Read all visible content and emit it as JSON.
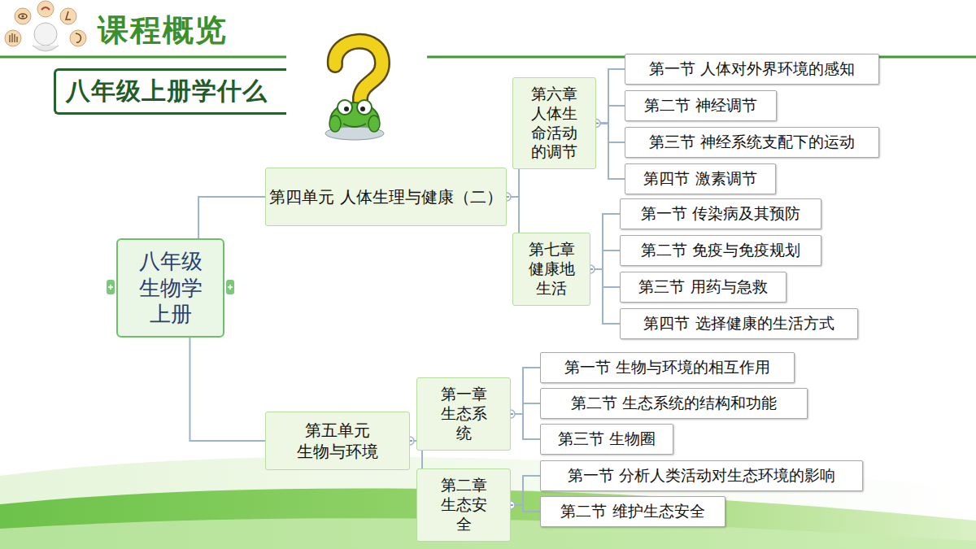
{
  "diagram": {
    "title": "课程概览",
    "nodes": [
      {
        "text": [
          "八年级上册学什么"
        ]
      },
      {
        "text": [
          "八年级生物学上册"
        ]
      },
      {
        "text": [
          "第四单元 人体生理与健康（二）"
        ]
      },
      {
        "text": [
          "第六章 人体生命活动的调节"
        ]
      },
      {
        "text": [
          "第一节 人体对外界环境的感知"
        ]
      },
      {
        "text": [
          "第二节 神经调节"
        ]
      },
      {
        "text": [
          "第三节 神经系统支配下的运动"
        ]
      },
      {
        "text": [
          "第四节 激素调节"
        ]
      },
      {
        "text": [
          "第七章 健康地生活"
        ]
      },
      {
        "text": [
          "第一节 传染病及其预防"
        ]
      },
      {
        "text": [
          "第二节 免疫与免疫规划"
        ]
      },
      {
        "text": [
          "第三节 用药与急救"
        ]
      },
      {
        "text": [
          "第四节 选择健康的生活方式"
        ]
      },
      {
        "text": [
          "第五单元 生物与环境"
        ]
      },
      {
        "text": [
          "第一章 生态系统"
        ]
      },
      {
        "text": [
          "第一节 生物与环境的相互作用"
        ]
      },
      {
        "text": [
          "第二节 生态系统的结构和功能"
        ]
      },
      {
        "text": [
          "第三节 生物圈"
        ]
      },
      {
        "text": [
          "第二章 生态安全"
        ]
      },
      {
        "text": [
          "第一节 分析人类活动对生态环境的影响"
        ]
      },
      {
        "text": [
          "第二节 维护生态安全"
        ]
      }
    ],
    "edges": [
      {
        "from": 1,
        "to": 2,
        "arrow": "none"
      },
      {
        "from": 1,
        "to": 13,
        "arrow": "none"
      },
      {
        "from": 2,
        "to": 3,
        "arrow": "none"
      },
      {
        "from": 2,
        "to": 8,
        "arrow": "none"
      },
      {
        "from": 3,
        "to": 4,
        "arrow": "none"
      },
      {
        "from": 3,
        "to": 5,
        "arrow": "none"
      },
      {
        "from": 3,
        "to": 6,
        "arrow": "none"
      },
      {
        "from": 3,
        "to": 7,
        "arrow": "none"
      },
      {
        "from": 8,
        "to": 9,
        "arrow": "none"
      },
      {
        "from": 8,
        "to": 10,
        "arrow": "none"
      },
      {
        "from": 8,
        "to": 11,
        "arrow": "none"
      },
      {
        "from": 8,
        "to": 12,
        "arrow": "none"
      },
      {
        "from": 13,
        "to": 14,
        "arrow": "none"
      },
      {
        "from": 13,
        "to": 18,
        "arrow": "none"
      },
      {
        "from": 14,
        "to": 15,
        "arrow": "none"
      },
      {
        "from": 14,
        "to": 16,
        "arrow": "none"
      },
      {
        "from": 14,
        "to": 17,
        "arrow": "none"
      },
      {
        "from": 18,
        "to": 19,
        "arrow": "none"
      },
      {
        "from": 18,
        "to": 20,
        "arrow": "none"
      }
    ]
  }
}
